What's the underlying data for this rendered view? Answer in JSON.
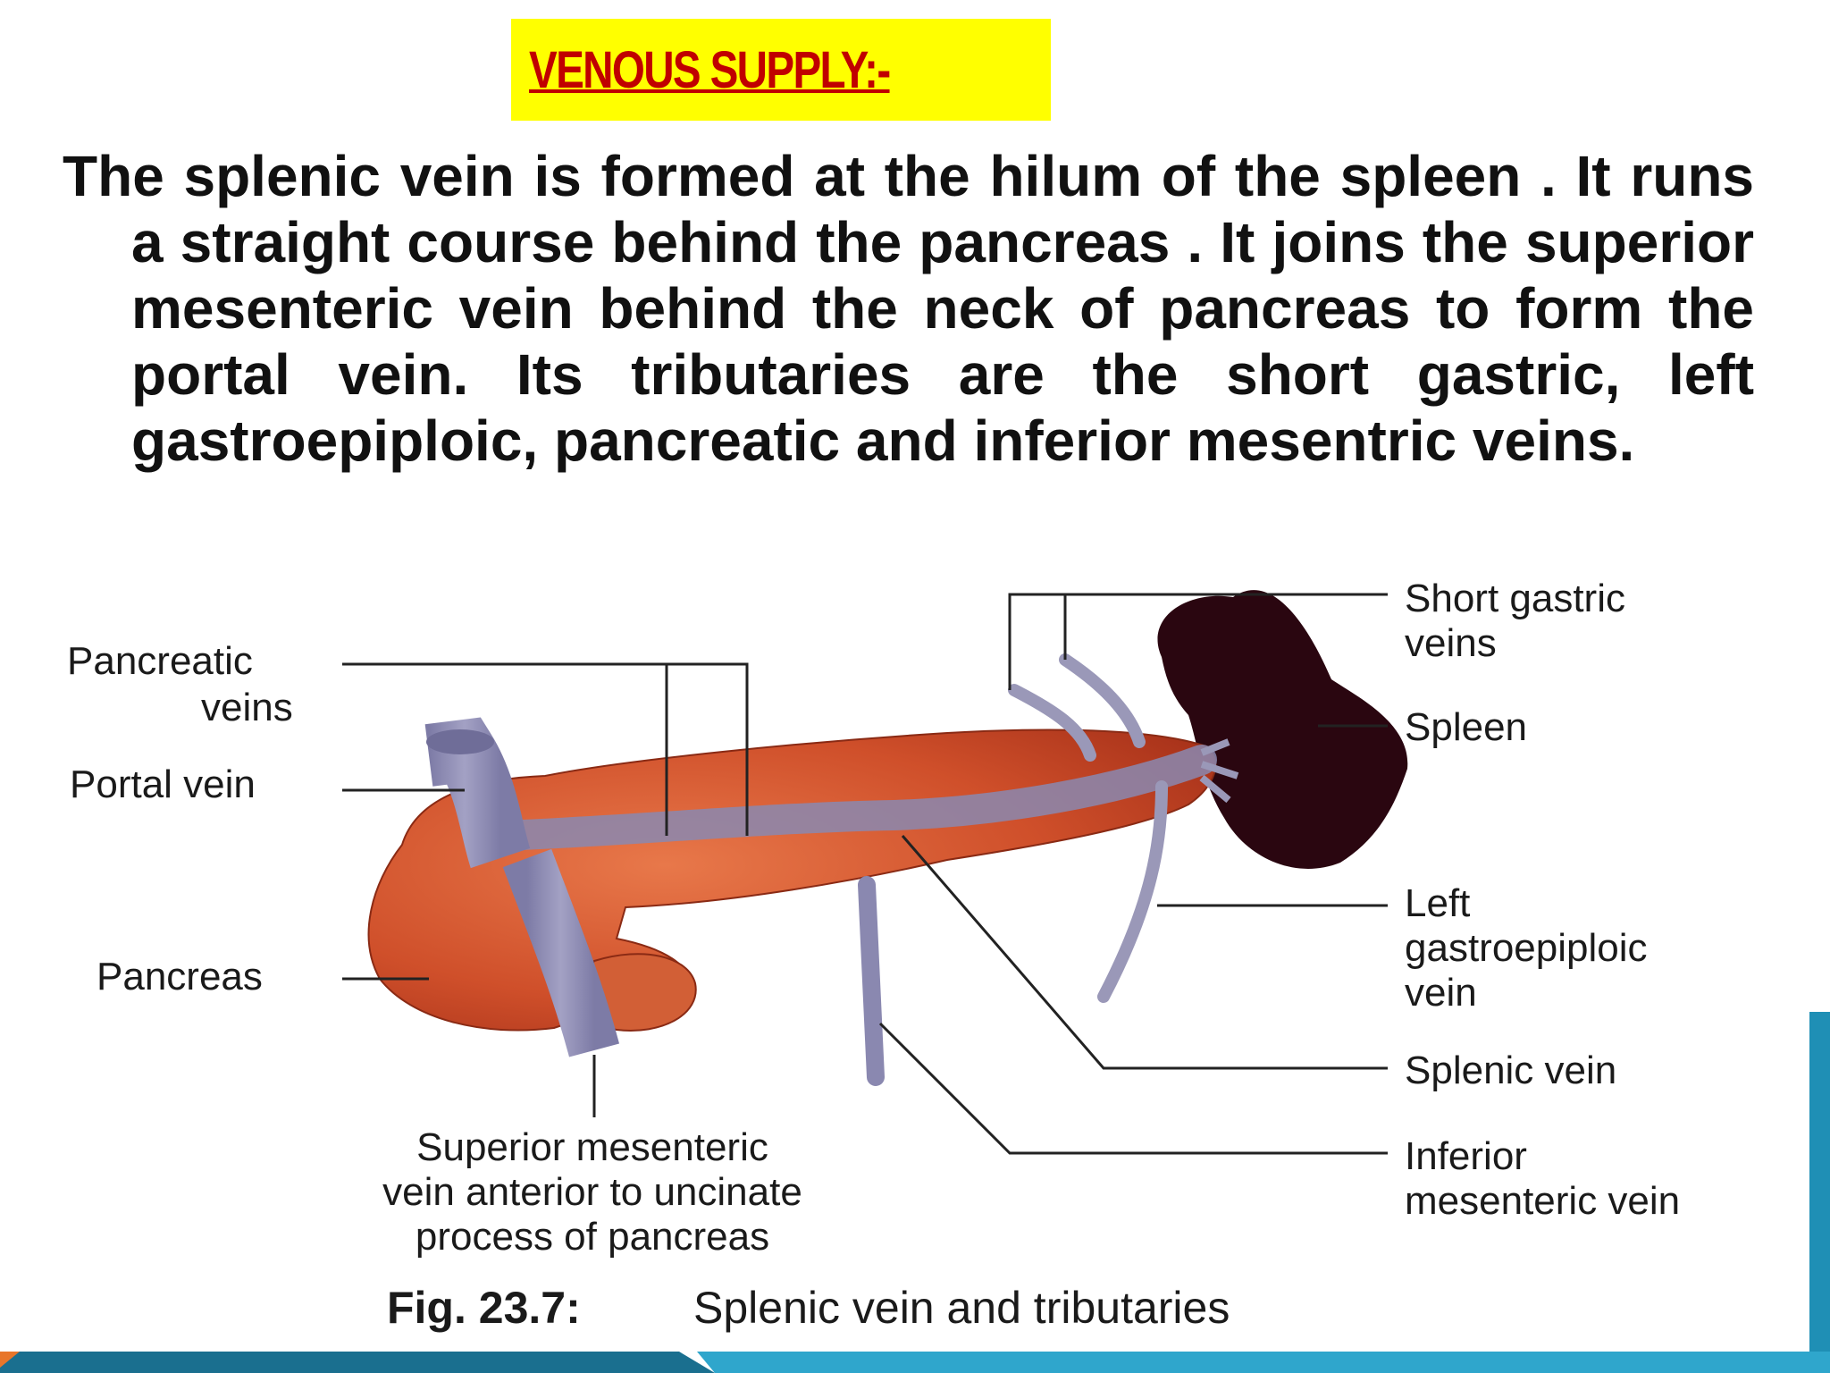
{
  "title": "VENOUS SUPPLY:-",
  "paragraph": "The splenic vein is formed at the hilum of the spleen . It runs a straight course behind the pancreas . It joins the superior mesenteric vein behind the neck of pancreas to form the portal vein. Its tributaries are the short gastric, left gastroepiploic, pancreatic and inferior mesentric veins.",
  "labels": {
    "pancreatic_1": "Pancreatic",
    "pancreatic_2": "veins",
    "portal_vein": "Portal vein",
    "pancreas": "Pancreas",
    "sup_mes_1": "Superior mesenteric",
    "sup_mes_2": "vein anterior to uncinate",
    "sup_mes_3": "process of pancreas",
    "short_gastric_1": "Short gastric",
    "short_gastric_2": "veins",
    "spleen": "Spleen",
    "left_ge_1": "Left",
    "left_ge_2": "gastroepiploic",
    "left_ge_3": "vein",
    "splenic_vein": "Splenic vein",
    "inf_mes_1": "Inferior",
    "inf_mes_2": "mesenteric vein"
  },
  "caption": {
    "number": "Fig. 23.7:",
    "text": "Splenic vein and tributaries"
  },
  "colors": {
    "title_bg": "#ffff00",
    "title_text": "#c00000",
    "pancreas": "#cf4f2a",
    "vein": "#8a88b0",
    "spleen": "#2a0610",
    "accent_teal": "#1f8fb5"
  }
}
